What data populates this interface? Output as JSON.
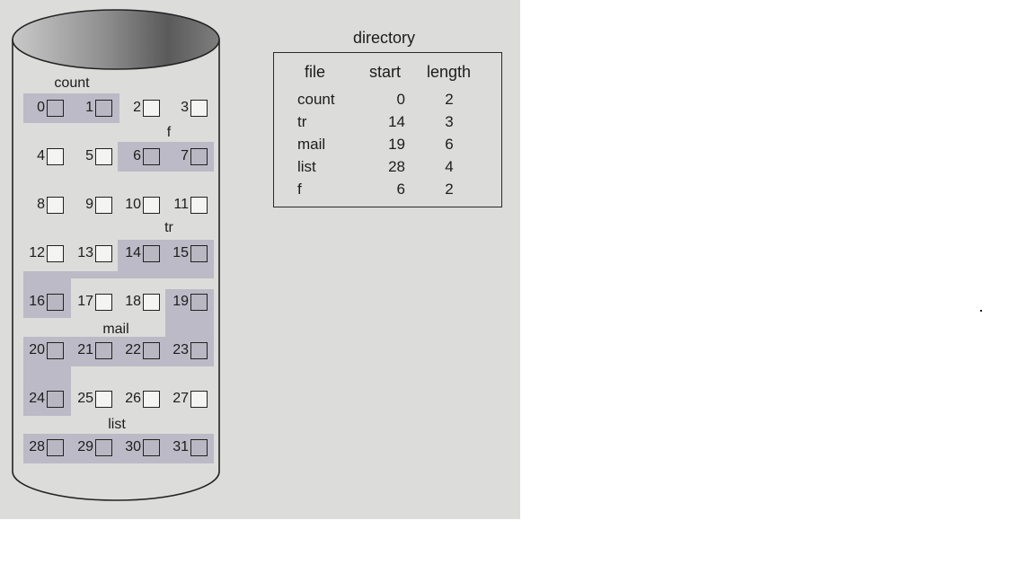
{
  "disk": {
    "file_labels": [
      "count",
      "f",
      "tr",
      "mail",
      "list"
    ],
    "blocks": [
      {
        "n": "0",
        "allocated": true
      },
      {
        "n": "1",
        "allocated": true
      },
      {
        "n": "2",
        "allocated": false
      },
      {
        "n": "3",
        "allocated": false
      },
      {
        "n": "4",
        "allocated": false
      },
      {
        "n": "5",
        "allocated": false
      },
      {
        "n": "6",
        "allocated": true
      },
      {
        "n": "7",
        "allocated": true
      },
      {
        "n": "8",
        "allocated": false
      },
      {
        "n": "9",
        "allocated": false
      },
      {
        "n": "10",
        "allocated": false
      },
      {
        "n": "11",
        "allocated": false
      },
      {
        "n": "12",
        "allocated": false
      },
      {
        "n": "13",
        "allocated": false
      },
      {
        "n": "14",
        "allocated": true
      },
      {
        "n": "15",
        "allocated": true
      },
      {
        "n": "16",
        "allocated": true
      },
      {
        "n": "17",
        "allocated": false
      },
      {
        "n": "18",
        "allocated": false
      },
      {
        "n": "19",
        "allocated": true
      },
      {
        "n": "20",
        "allocated": true
      },
      {
        "n": "21",
        "allocated": true
      },
      {
        "n": "22",
        "allocated": true
      },
      {
        "n": "23",
        "allocated": true
      },
      {
        "n": "24",
        "allocated": true
      },
      {
        "n": "25",
        "allocated": false
      },
      {
        "n": "26",
        "allocated": false
      },
      {
        "n": "27",
        "allocated": false
      },
      {
        "n": "28",
        "allocated": true
      },
      {
        "n": "29",
        "allocated": true
      },
      {
        "n": "30",
        "allocated": true
      },
      {
        "n": "31",
        "allocated": true
      }
    ]
  },
  "directory": {
    "title": "directory",
    "headers": [
      "file",
      "start",
      "length"
    ],
    "rows": [
      {
        "file": "count",
        "start": "0",
        "length": "2"
      },
      {
        "file": "tr",
        "start": "14",
        "length": "3"
      },
      {
        "file": "mail",
        "start": "19",
        "length": "6"
      },
      {
        "file": "list",
        "start": "28",
        "length": "4"
      },
      {
        "file": "f",
        "start": "6",
        "length": "2"
      }
    ]
  }
}
